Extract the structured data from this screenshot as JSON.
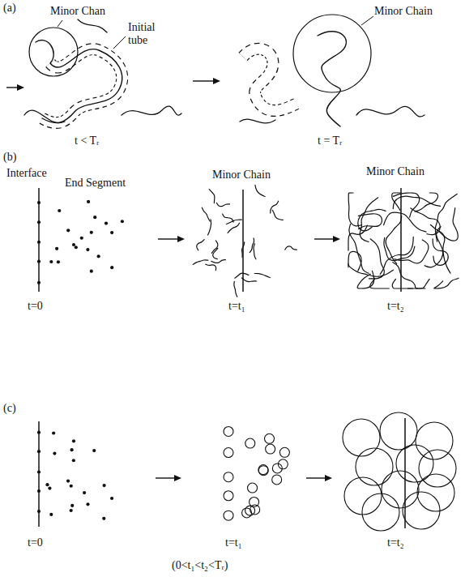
{
  "diagram": {
    "labels": [
      "(a)",
      "Minor Chan",
      "Initial tube",
      "Minor Chain",
      "t < Tᵣ",
      "t = Tᵣ",
      "(b)",
      "Interface",
      "End Segment",
      "Minor Chain",
      "Minor Chain",
      "t=0",
      "t=t₁",
      "t=t₂",
      "(c)",
      "t=0",
      "t=t₁",
      "t=t₂",
      "(0<t₁<t₂<Tᵣ)"
    ]
  }
}
